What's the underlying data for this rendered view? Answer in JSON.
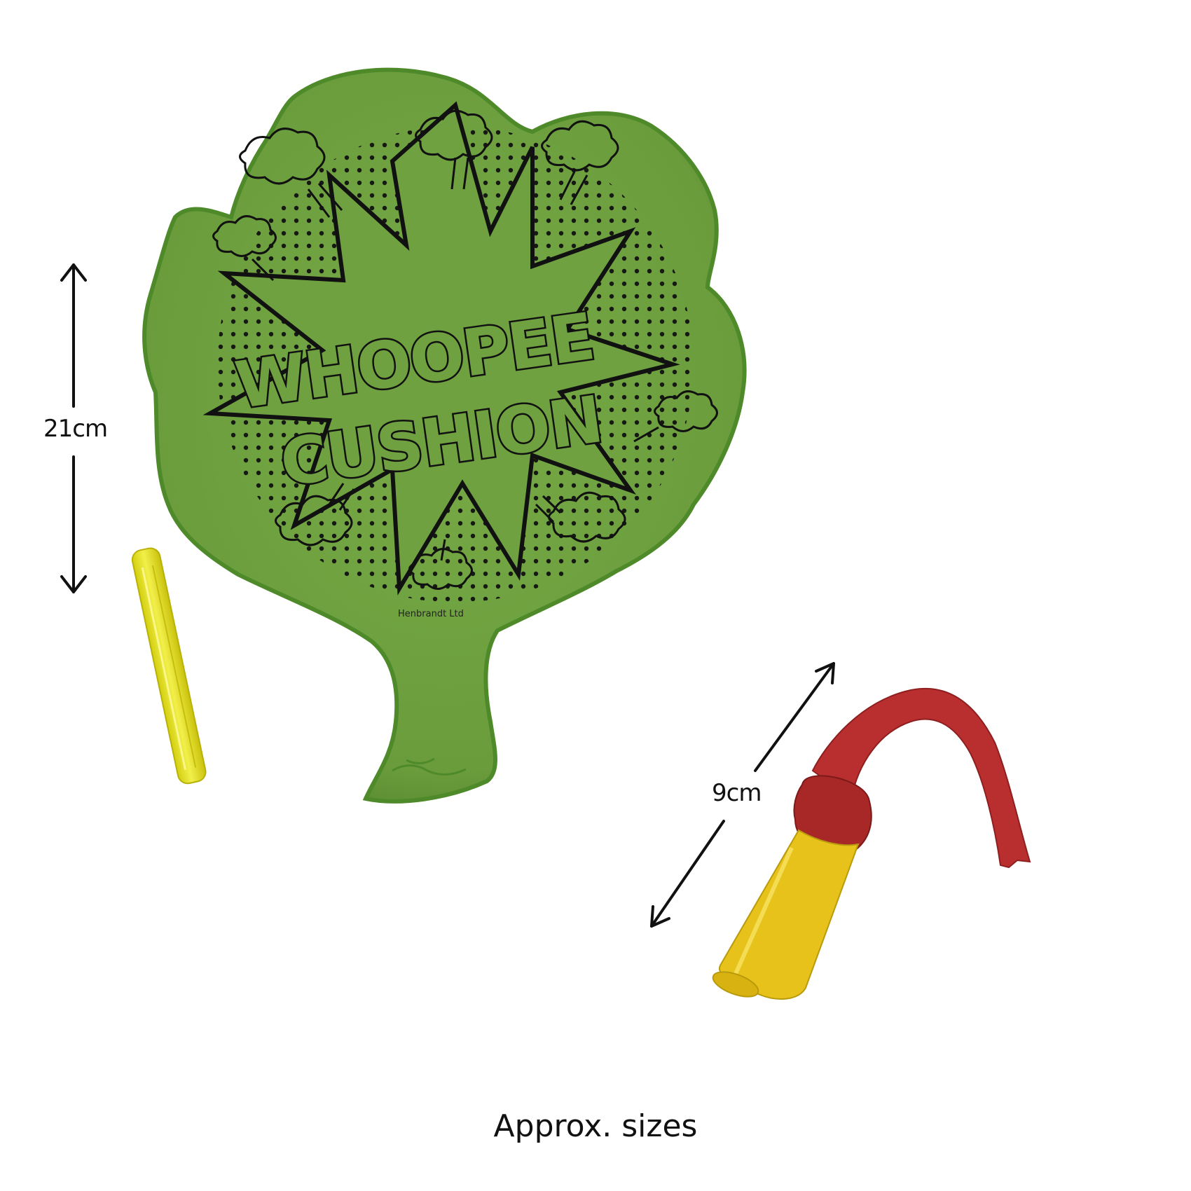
{
  "product": {
    "print_line1": "WHOOPEE",
    "print_line2": "CUSHION",
    "brand": "Henbrandt Ltd"
  },
  "dimensions": {
    "cushion_height": "21cm",
    "plug_length": "9cm"
  },
  "caption": "Approx. sizes",
  "colors": {
    "cushion_green": "#6fa140",
    "cushion_edge": "#4f8a2a",
    "print_black": "#111111",
    "tube_yellow": "#e7e31f",
    "plug_yellow": "#e7c21a",
    "flap_red": "#b92f2f",
    "background": "#ffffff"
  }
}
